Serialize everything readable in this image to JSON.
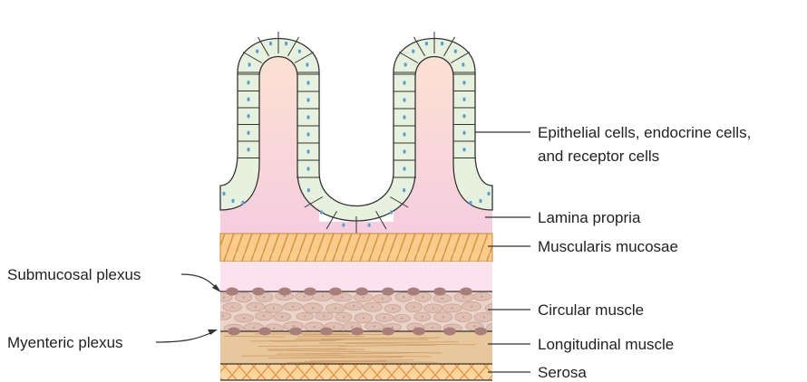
{
  "labels": {
    "epithelial_line1": "Epithelial cells, endocrine cells,",
    "epithelial_line2": "and receptor cells",
    "lamina_propria": "Lamina propria",
    "muscularis_mucosae": "Muscularis mucosae",
    "submucosal_plexus": "Submucosal plexus",
    "circular_muscle": "Circular muscle",
    "myenteric_plexus": "Myenteric plexus",
    "longitudinal_muscle": "Longitudinal muscle",
    "serosa": "Serosa"
  },
  "colors": {
    "epithelium_fill": "#e6f2de",
    "nucleus": "#5a9fd4",
    "lamina_top": "#fce0cc",
    "lamina_bottom": "#f7cde0",
    "muscularis_fill": "#f8c98a",
    "muscularis_hatch": "#d89a3a",
    "submucosa": "#fbe2ee",
    "circular_muscle": "#e8d0c4",
    "plexus": "#a87f7a",
    "longitudinal_muscle": "#e6c49a",
    "serosa_fill": "#fbd49e",
    "serosa_hatch": "#e0a050",
    "outline": "#333333"
  }
}
